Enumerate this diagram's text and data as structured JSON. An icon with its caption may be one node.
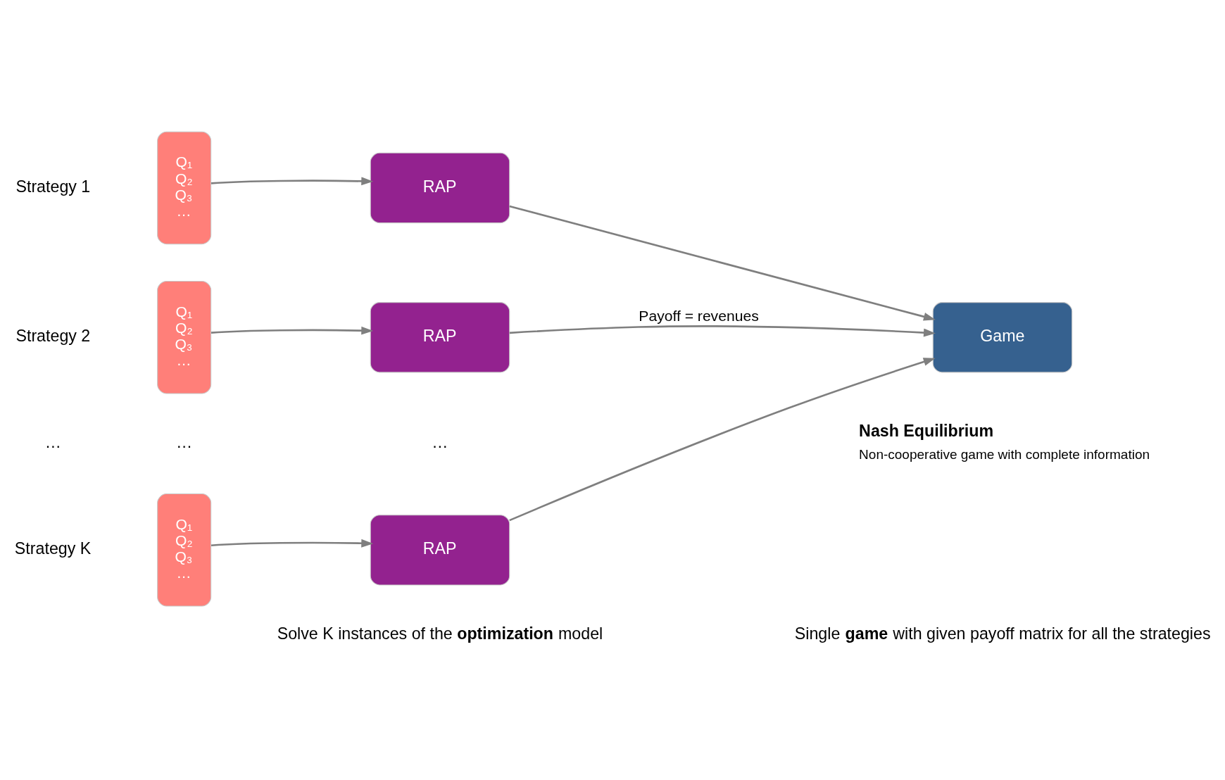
{
  "diagram": {
    "nodes": [
      {
        "text": [
          "Q₁ Q₂ Q₃ …"
        ]
      },
      {
        "text": [
          "Q₁ Q₂ Q₃ …"
        ]
      },
      {
        "text": [
          "Q₁ Q₂ Q₃ …"
        ]
      },
      {
        "text": [
          "RAP"
        ]
      },
      {
        "text": [
          "RAP"
        ]
      },
      {
        "text": [
          "RAP"
        ]
      },
      {
        "text": [
          "Game"
        ],
        "beside": [
          "Nash Equilibrium",
          "Non-cooperative game with complete information"
        ]
      }
    ],
    "edges": [
      {
        "from": 0,
        "to": 3,
        "arrow": "to"
      },
      {
        "from": 1,
        "to": 4,
        "arrow": "to"
      },
      {
        "from": 2,
        "to": 5,
        "arrow": "to"
      },
      {
        "from": 3,
        "to": 6,
        "arrow": "to"
      },
      {
        "from": 4,
        "to": 6,
        "arrow": "to",
        "label": "Payoff = revenues"
      },
      {
        "from": 5,
        "to": 6,
        "arrow": "to"
      }
    ],
    "labels": [
      "Strategy 1",
      "Strategy 2",
      "…",
      "…",
      "…",
      "Strategy K",
      "Solve K instances of the **optimization** model",
      "Single **game** with given payoff matrix for all the strategies"
    ]
  }
}
